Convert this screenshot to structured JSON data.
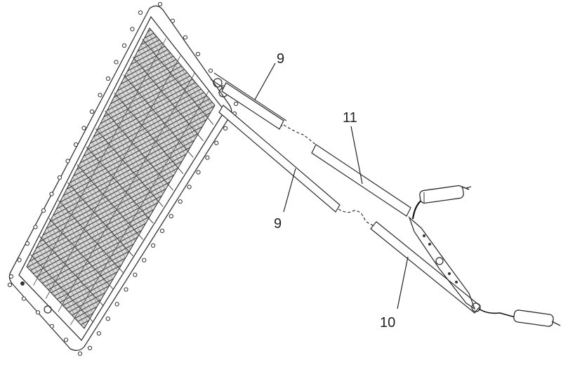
{
  "figure": {
    "labels": {
      "label_9_upper": "9",
      "label_9_lower": "9",
      "label_11": "11",
      "label_10": "10"
    }
  }
}
